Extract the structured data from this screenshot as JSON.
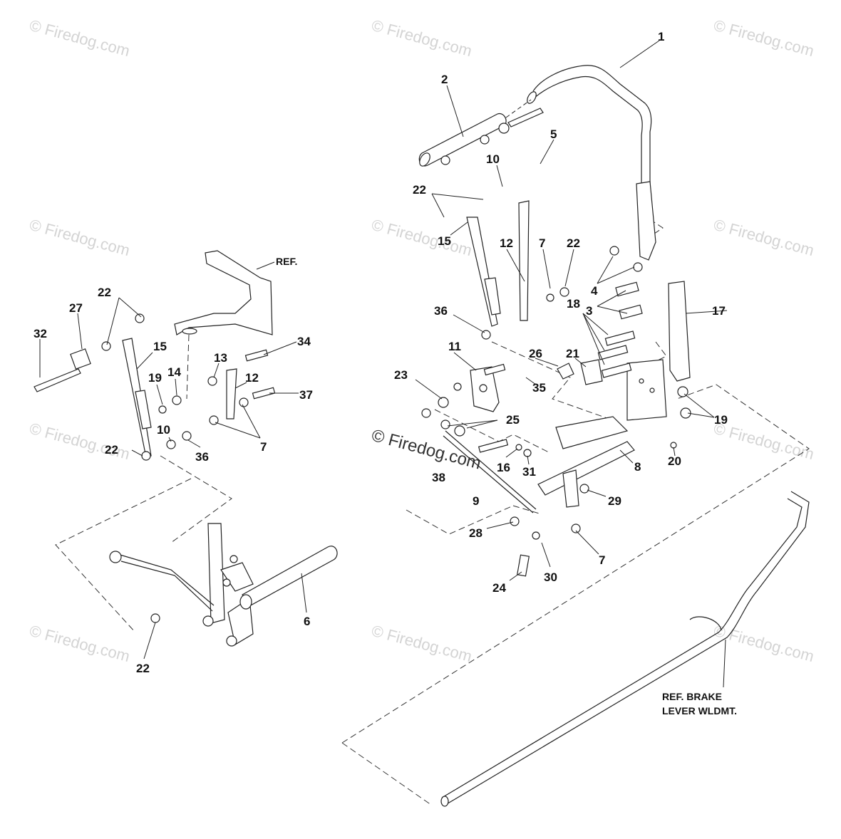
{
  "watermark": {
    "text": "© Firedog.com",
    "center_text": "© Firedog.com"
  },
  "ref_labels": {
    "ref": "REF.",
    "brake_line1": "REF. BRAKE",
    "brake_line2": "LEVER WLDMT."
  },
  "callouts": [
    {
      "label": "1"
    },
    {
      "label": "2"
    },
    {
      "label": "5"
    },
    {
      "label": "10"
    },
    {
      "label": "22"
    },
    {
      "label": "15"
    },
    {
      "label": "12"
    },
    {
      "label": "7"
    },
    {
      "label": "22"
    },
    {
      "label": "4"
    },
    {
      "label": "3"
    },
    {
      "label": "17"
    },
    {
      "label": "36"
    },
    {
      "label": "18"
    },
    {
      "label": "11"
    },
    {
      "label": "26"
    },
    {
      "label": "21"
    },
    {
      "label": "23"
    },
    {
      "label": "35"
    },
    {
      "label": "25"
    },
    {
      "label": "19"
    },
    {
      "label": "20"
    },
    {
      "label": "8"
    },
    {
      "label": "16"
    },
    {
      "label": "31"
    },
    {
      "label": "38"
    },
    {
      "label": "9"
    },
    {
      "label": "29"
    },
    {
      "label": "28"
    },
    {
      "label": "7"
    },
    {
      "label": "24"
    },
    {
      "label": "30"
    },
    {
      "label": "22"
    },
    {
      "label": "27"
    },
    {
      "label": "32"
    },
    {
      "label": "15"
    },
    {
      "label": "19"
    },
    {
      "label": "14"
    },
    {
      "label": "13"
    },
    {
      "label": "34"
    },
    {
      "label": "12"
    },
    {
      "label": "37"
    },
    {
      "label": "10"
    },
    {
      "label": "22"
    },
    {
      "label": "36"
    },
    {
      "label": "7"
    },
    {
      "label": "6"
    },
    {
      "label": "22"
    }
  ]
}
